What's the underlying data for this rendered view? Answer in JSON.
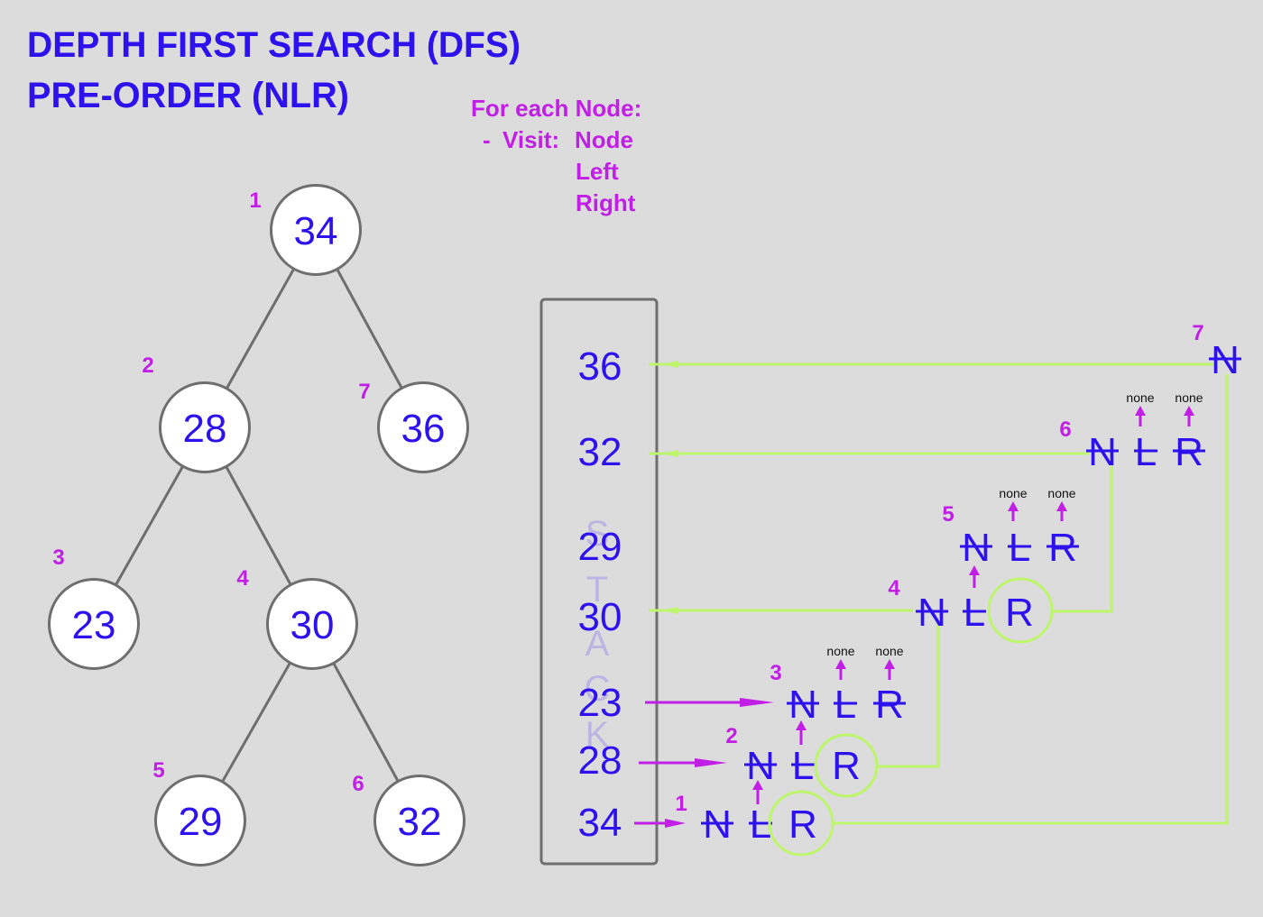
{
  "title": {
    "line1": "DEPTH FIRST SEARCH (DFS)",
    "line2": "PRE-ORDER (NLR)"
  },
  "instructions": {
    "heading": "For each Node:",
    "bullet": "-",
    "visit_label": "Visit:",
    "steps": [
      "Node",
      "Left",
      "Right"
    ]
  },
  "colors": {
    "background": "#dcdcdc",
    "node_text": "#2e12ee",
    "annotation": "#c11fe6",
    "link": "#bdf56b",
    "outline": "#6e6e6e",
    "stack_watermark": "#b3a9e6",
    "node_fill": "#ffffff",
    "small_text": "#111111"
  },
  "tree": {
    "nodes": [
      {
        "value": "34",
        "order": "1"
      },
      {
        "value": "28",
        "order": "2"
      },
      {
        "value": "36",
        "order": "7"
      },
      {
        "value": "23",
        "order": "3"
      },
      {
        "value": "30",
        "order": "4"
      },
      {
        "value": "29",
        "order": "5"
      },
      {
        "value": "32",
        "order": "6"
      }
    ]
  },
  "stack": {
    "watermark": [
      "S",
      "T",
      "A",
      "C",
      "K"
    ],
    "items": [
      "36",
      "32",
      "29",
      "30",
      "23",
      "28",
      "34"
    ]
  },
  "traversal": {
    "steps": [
      {
        "order": "1",
        "letters": [
          {
            "text": "N",
            "crossed": true
          },
          {
            "text": "L",
            "crossed": true
          },
          {
            "text": "R",
            "crossed": false,
            "circled": true
          }
        ]
      },
      {
        "order": "2",
        "letters": [
          {
            "text": "N",
            "crossed": true
          },
          {
            "text": "L",
            "crossed": true
          },
          {
            "text": "R",
            "crossed": false,
            "circled": true
          }
        ]
      },
      {
        "order": "3",
        "letters": [
          {
            "text": "N",
            "crossed": true
          },
          {
            "text": "L",
            "crossed": true
          },
          {
            "text": "R",
            "crossed": true
          }
        ],
        "left": "none",
        "right": "none"
      },
      {
        "order": "4",
        "letters": [
          {
            "text": "N",
            "crossed": true
          },
          {
            "text": "L",
            "crossed": true
          },
          {
            "text": "R",
            "crossed": false,
            "circled": true
          }
        ]
      },
      {
        "order": "5",
        "letters": [
          {
            "text": "N",
            "crossed": true
          },
          {
            "text": "L",
            "crossed": true
          },
          {
            "text": "R",
            "crossed": true
          }
        ],
        "left": "none",
        "right": "none"
      },
      {
        "order": "6",
        "letters": [
          {
            "text": "N",
            "crossed": true
          },
          {
            "text": "L",
            "crossed": true
          },
          {
            "text": "R",
            "crossed": true
          }
        ],
        "left": "none",
        "right": "none"
      },
      {
        "order": "7",
        "letters": [
          {
            "text": "N",
            "crossed": true
          }
        ]
      }
    ]
  }
}
